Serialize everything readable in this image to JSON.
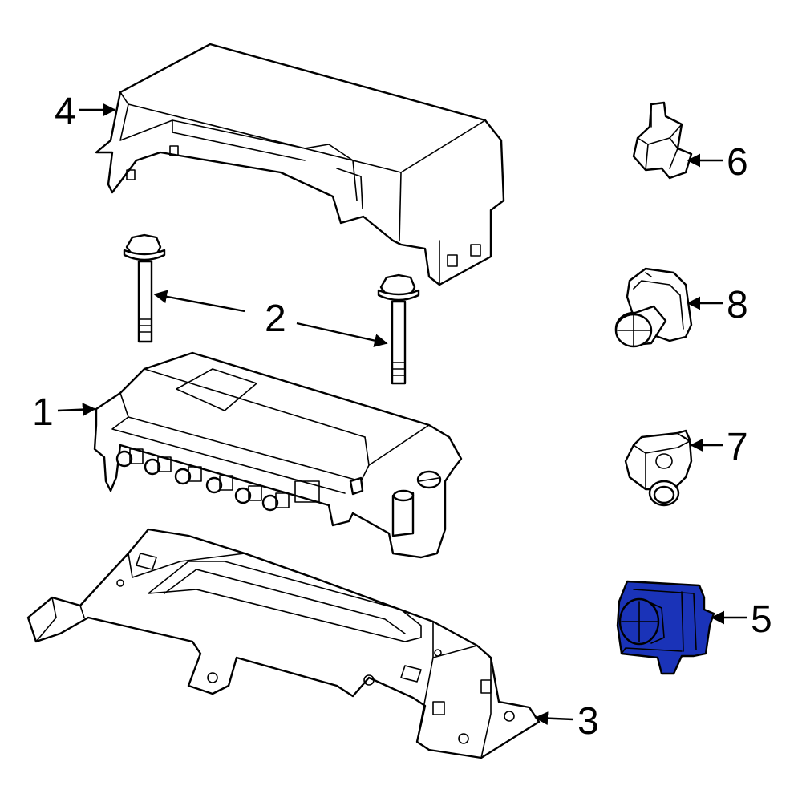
{
  "callouts": {
    "c1": "1",
    "c2": "2",
    "c3": "3",
    "c4": "4",
    "c5": "5",
    "c6": "6",
    "c7": "7",
    "c8": "8"
  },
  "colors": {
    "highlight": "#1a33b8",
    "line": "#000000",
    "background": "#ffffff"
  }
}
